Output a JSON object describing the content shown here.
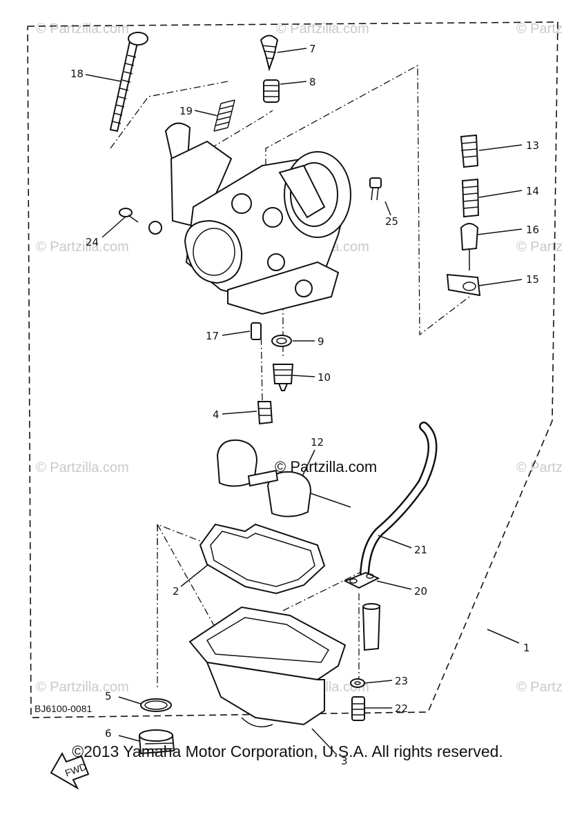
{
  "watermarks": {
    "text": "© Partzilla.com",
    "partial_right": "© Partz",
    "center": "© Partzilla.com"
  },
  "diagram_code": "BJ6100-0081",
  "fwd_label": "FWD",
  "copyright": "©2013 Yamaha Motor Corporation, U.S.A. All rights reserved.",
  "callouts": {
    "c1": "1",
    "c2": "2",
    "c3": "3",
    "c4": "4",
    "c5": "5",
    "c6": "6",
    "c7": "7",
    "c8": "8",
    "c9": "9",
    "c10": "10",
    "c12": "12",
    "c13": "13",
    "c14": "14",
    "c15": "15",
    "c16": "16",
    "c17": "17",
    "c18": "18",
    "c19": "19",
    "c20": "20",
    "c21": "21",
    "c22": "22",
    "c23": "23",
    "c24": "24",
    "c25": "25"
  }
}
